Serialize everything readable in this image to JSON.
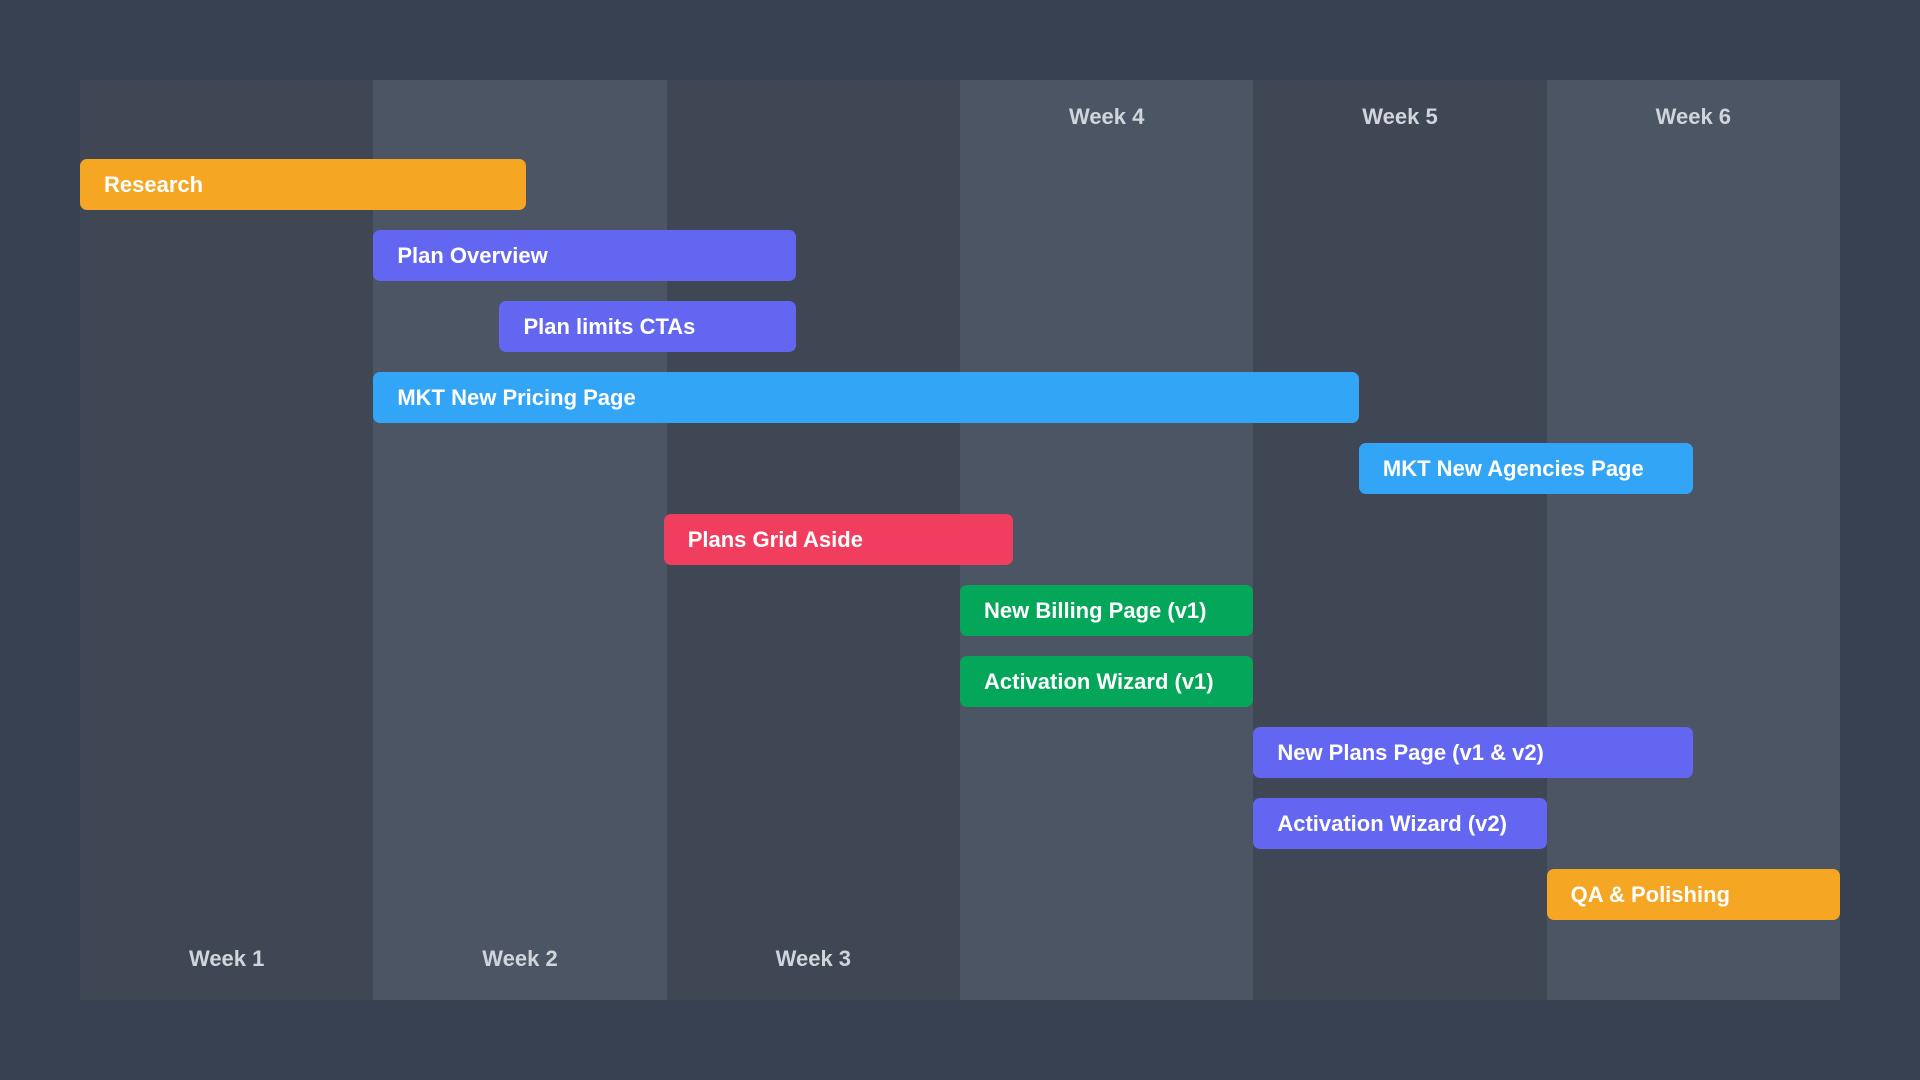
{
  "chart_data": {
    "type": "gantt",
    "weeks": [
      "Week 1",
      "Week 2",
      "Week 3",
      "Week 4",
      "Week 5",
      "Week 6"
    ],
    "week_label_position": [
      "bottom",
      "bottom",
      "bottom",
      "top",
      "top",
      "top"
    ],
    "tasks": [
      {
        "name": "Research",
        "start": 0.0,
        "end": 1.52,
        "color": "#f5a623"
      },
      {
        "name": "Plan Overview",
        "start": 1.0,
        "end": 2.44,
        "color": "#6366f1"
      },
      {
        "name": "Plan limits CTAs",
        "start": 1.43,
        "end": 2.44,
        "color": "#6366f1"
      },
      {
        "name": "MKT New Pricing Page",
        "start": 1.0,
        "end": 4.36,
        "color": "#33a5f7"
      },
      {
        "name": "MKT New Agencies Page",
        "start": 4.36,
        "end": 5.5,
        "color": "#33a5f7"
      },
      {
        "name": "Plans Grid Aside",
        "start": 1.99,
        "end": 3.18,
        "color": "#f23e5e"
      },
      {
        "name": "New Billing Page (v1)",
        "start": 3.0,
        "end": 4.0,
        "color": "#04a75a"
      },
      {
        "name": "Activation Wizard (v1)",
        "start": 3.0,
        "end": 4.0,
        "color": "#04a75a"
      },
      {
        "name": "New Plans Page (v1 & v2)",
        "start": 4.0,
        "end": 5.5,
        "color": "#6366f1"
      },
      {
        "name": "Activation Wizard (v2)",
        "start": 4.0,
        "end": 5.0,
        "color": "#6366f1"
      },
      {
        "name": "QA & Polishing",
        "start": 5.0,
        "end": 6.0,
        "color": "#f5a623"
      }
    ]
  }
}
